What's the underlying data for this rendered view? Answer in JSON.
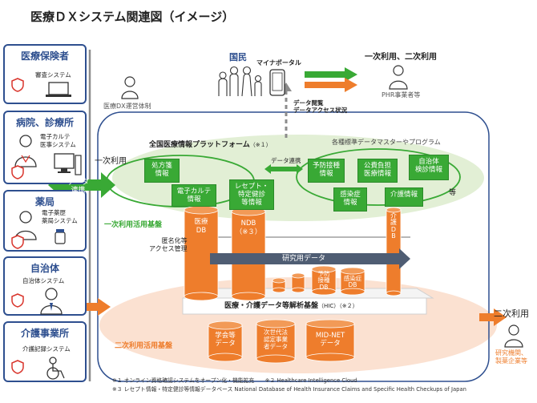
{
  "title": "医療ＤＸシステム関連図（イメージ）",
  "left_boxes": [
    {
      "header": "医療保険者",
      "sub": [
        "審査システム"
      ]
    },
    {
      "header": "病院、診療所",
      "sub": [
        "電子カルテ",
        "医事システム"
      ]
    },
    {
      "header": "薬局",
      "sub": [
        "電子薬歴",
        "薬局システム"
      ]
    },
    {
      "header": "自治体",
      "sub": [
        "自治体システム"
      ]
    },
    {
      "header": "介護事業所",
      "sub": [
        "介護記録システム"
      ]
    }
  ],
  "data_link_left": "データ\n連携",
  "operator_label": "医療DX運営体制",
  "kokumin": "国民",
  "mynaportal": "マイナポータル",
  "primary_secondary_use": "一次利用、二次利用",
  "phr_label": "PHR事業者等",
  "data_view": "データ閲覧\nデータアクセス状況",
  "platform_title": "全国医療情報プラットフォーム",
  "platform_note": "（※１）",
  "standard_master": "各種標準データマスターやプログラム",
  "primary_use": "一次利用",
  "data_link_mid": "データ連携",
  "cards_left": [
    "処方箋\n情報",
    "電子カルテ\n情報",
    "レセプト・\n特定健診\n等情報"
  ],
  "cards_right": [
    "予防接種\n情報",
    "公費負担\n医療情報",
    "自治体\n検診情報",
    "感染症\n情報",
    "介護情報"
  ],
  "tou": "等",
  "primary_base": "一次利用活用基盤",
  "db_medical": "医療\nDB",
  "db_ndb": "NDB\n（※３）",
  "db_care": "介\n護\nD\nB",
  "db_vaccine": "予防\n接種\nDB",
  "db_infect": "感染症\nDB",
  "pseudonym": "匿名化等\nアクセス管理",
  "research_data": "研究用データ",
  "analysis_base": "医療・介護データ等解析基盤",
  "hic_note": "（HIC）（※２）",
  "secondary_base": "二次利用活用基盤",
  "secondary_use": "二次利用",
  "research_inst": "研究機関、\n製薬企業等",
  "cyl_bottom": [
    "学会等\nデータ",
    "次世代法\n認定事業\n者データ",
    "MID-NET\nデータ"
  ],
  "notes": [
    "※１ オンライン資格確認システムをオープン化・機能拡充　　※２ Healthcare Intelligence Cloud",
    "※３ レセプト情報・特定健診等情報データベース  National Database of Health Insurance Claims and Specific Health Checkups of Japan"
  ],
  "colors": {
    "navy": "#2e4f8f",
    "green": "#39a935",
    "orange": "#ee7d2c",
    "gray": "#7f7f7f"
  }
}
